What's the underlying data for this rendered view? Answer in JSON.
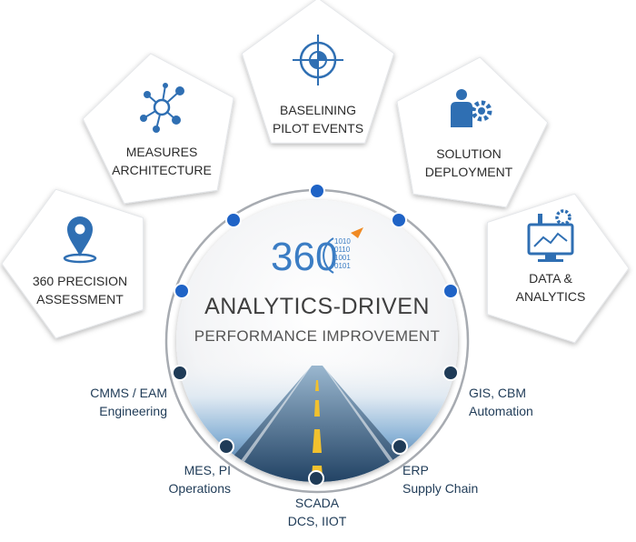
{
  "logo": {
    "number": "360",
    "binary_lines": [
      "1010",
      "0110",
      "1001",
      "0101"
    ]
  },
  "center": {
    "title": "ANALYTICS-DRIVEN",
    "subtitle": "PERFORMANCE IMPROVEMENT"
  },
  "pentagons": [
    {
      "id": "assessment",
      "icon": "map-pin-icon",
      "lines": [
        "360 PRECISION",
        "ASSESSMENT"
      ]
    },
    {
      "id": "architecture",
      "icon": "network-nodes-icon",
      "lines": [
        "MEASURES",
        "ARCHITECTURE"
      ]
    },
    {
      "id": "baselining",
      "icon": "crosshair-target-icon",
      "lines": [
        "BASELINING",
        "PILOT EVENTS"
      ]
    },
    {
      "id": "deployment",
      "icon": "person-gear-icon",
      "lines": [
        "SOLUTION",
        "DEPLOYMENT"
      ]
    },
    {
      "id": "analytics",
      "icon": "monitor-analytics-icon",
      "lines": [
        "DATA &",
        "ANALYTICS"
      ]
    }
  ],
  "systems": [
    {
      "id": "cmms",
      "lines": [
        "CMMS / EAM",
        "Engineering"
      ]
    },
    {
      "id": "mes",
      "lines": [
        "MES, PI",
        "Operations"
      ]
    },
    {
      "id": "scada",
      "lines": [
        "SCADA",
        "DCS, IIOT"
      ]
    },
    {
      "id": "erp",
      "lines": [
        "ERP",
        "Supply Chain"
      ]
    },
    {
      "id": "gis",
      "lines": [
        "GIS, CBM",
        "Automation"
      ]
    }
  ],
  "colors": {
    "accent_blue": "#1f63c6",
    "icon_blue": "#2f6fb3",
    "dark_node": "#1f3b57",
    "system_text": "#1f3b57",
    "center_text": "#444444",
    "logo_orange": "#f08a24"
  }
}
